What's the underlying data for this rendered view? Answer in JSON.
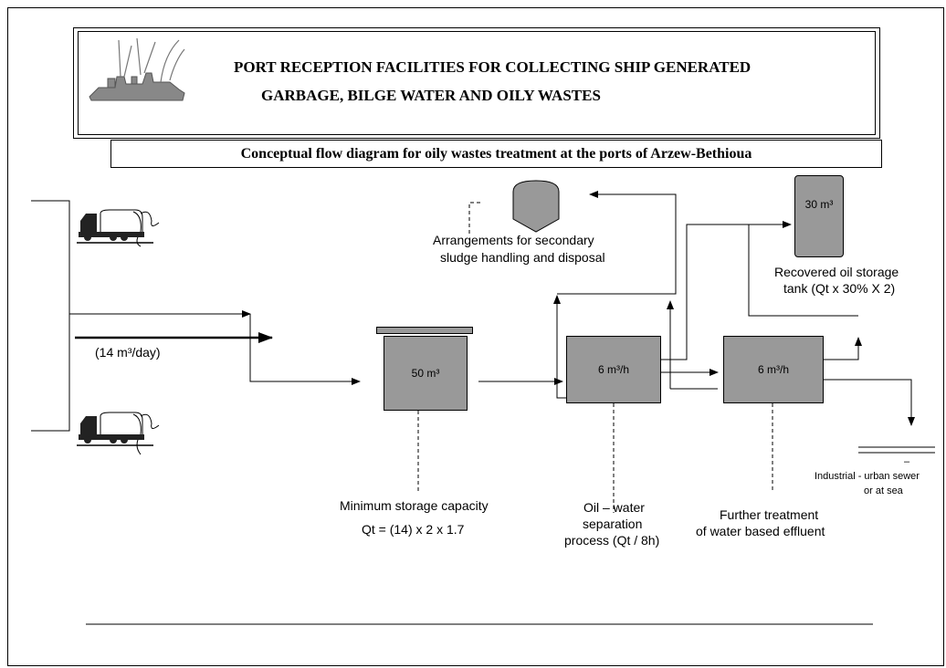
{
  "header": {
    "title_line1": "PORT RECEPTION FACILITIES FOR COLLECTING SHIP GENERATED",
    "title_line2": "GARBAGE, BILGE WATER AND OILY WASTES"
  },
  "subtitle": "Conceptual flow diagram for oily wastes treatment at the ports of Arzew-Bethioua",
  "flow": {
    "inflow_label": "(14 m³/day)",
    "storage_tank": "50 m³",
    "separator": "6 m³/h",
    "treatment": "6  m³/h",
    "oil_tank": "30 m³"
  },
  "labels": {
    "sludge_line1": "Arrangements for secondary",
    "sludge_line2": "sludge  handling and disposal",
    "oil_tank_line1": "Recovered oil storage",
    "oil_tank_line2": "tank  (Qt x 30% X 2)",
    "storage_line1": "Minimum  storage capacity",
    "storage_line2": "Qt = (14) x 2 x 1.7",
    "separator_line1": "Oil – water",
    "separator_line2": "separation",
    "separator_line3": "process (Qt / 8h)",
    "treatment_line1": "Further treatment",
    "treatment_line2": "of water based effluent",
    "discharge_dash": "–",
    "discharge_line1": "Industrial - urban sewer",
    "discharge_line2": "or at sea"
  },
  "icons": [
    "ship-logo-icon",
    "tanker-truck-icon",
    "sludge-silo-icon"
  ],
  "colors": {
    "box_fill": "#999999",
    "line": "#000000"
  }
}
